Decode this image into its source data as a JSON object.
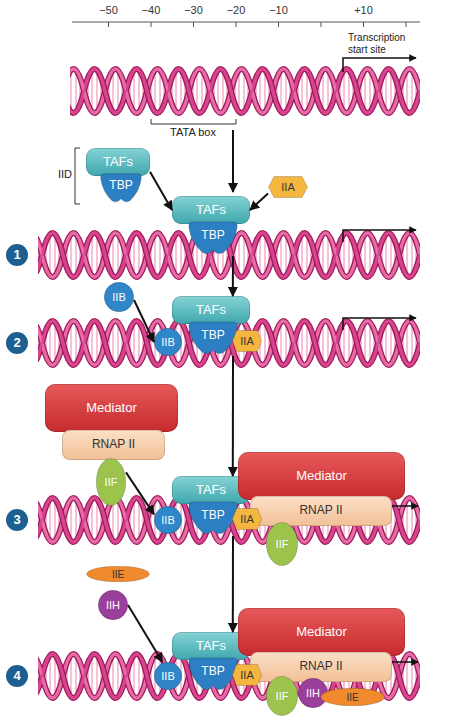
{
  "diagram": {
    "nodes": [
      {
        "text": [
          "TAFs"
        ]
      },
      {
        "text": [
          "TBP"
        ]
      },
      {
        "text": [
          "IIA"
        ]
      },
      {
        "text": [
          "TAFs"
        ]
      },
      {
        "text": [
          "TBP"
        ]
      },
      {
        "text": [
          "IIB"
        ]
      },
      {
        "text": [
          "IIB"
        ]
      },
      {
        "text": [
          "TAFs"
        ]
      },
      {
        "text": [
          "TBP"
        ]
      },
      {
        "text": [
          "IIA"
        ]
      },
      {
        "text": [
          "Mediator"
        ]
      },
      {
        "text": [
          "RNAP II"
        ]
      },
      {
        "text": [
          "IIF"
        ]
      },
      {
        "text": [
          "IIB"
        ]
      },
      {
        "text": [
          "TAFs"
        ]
      },
      {
        "text": [
          "TBP"
        ]
      },
      {
        "text": [
          "IIA"
        ]
      },
      {
        "text": [
          "Mediator"
        ]
      },
      {
        "text": [
          "RNAP II"
        ]
      },
      {
        "text": [
          "IIF"
        ]
      },
      {
        "text": [
          "IIE"
        ]
      },
      {
        "text": [
          "IIH"
        ]
      },
      {
        "text": [
          "IIB"
        ]
      },
      {
        "text": [
          "TAFs"
        ]
      },
      {
        "text": [
          "TBP"
        ]
      },
      {
        "text": [
          "IIA"
        ]
      },
      {
        "text": [
          "Mediator"
        ]
      },
      {
        "text": [
          "RNAP II"
        ]
      },
      {
        "text": [
          "IIF"
        ]
      },
      {
        "text": [
          "IIH"
        ]
      },
      {
        "text": [
          "IIE"
        ]
      }
    ],
    "edges": [
      {
        "from": 0,
        "to": 3,
        "arrow": "to"
      },
      {
        "from": 2,
        "to": 3,
        "arrow": "to"
      },
      {
        "from": 4,
        "to": 7,
        "arrow": "to"
      },
      {
        "from": 5,
        "to": 6,
        "arrow": "to"
      },
      {
        "from": 8,
        "to": 14,
        "arrow": "to"
      },
      {
        "from": 12,
        "to": 13,
        "arrow": "to"
      },
      {
        "from": 15,
        "to": 23,
        "arrow": "to"
      },
      {
        "from": 21,
        "to": 22,
        "arrow": "to"
      }
    ],
    "labels": [
      "−50",
      "−40",
      "−30",
      "−20",
      "−10",
      "+10",
      "Transcription start site",
      "TATA box",
      "IID",
      "1",
      "2",
      "3",
      "4"
    ]
  }
}
